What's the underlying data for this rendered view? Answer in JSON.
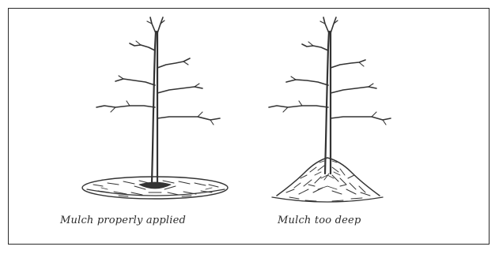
{
  "figure": {
    "panels": [
      {
        "caption": "Mulch properly applied",
        "mulch_shape": "flat-ring"
      },
      {
        "caption": "Mulch too deep",
        "mulch_shape": "volcano-mound"
      }
    ],
    "colors": {
      "ink": "#2b2b2b",
      "border": "#2a2a2a",
      "background": "#ffffff"
    }
  }
}
